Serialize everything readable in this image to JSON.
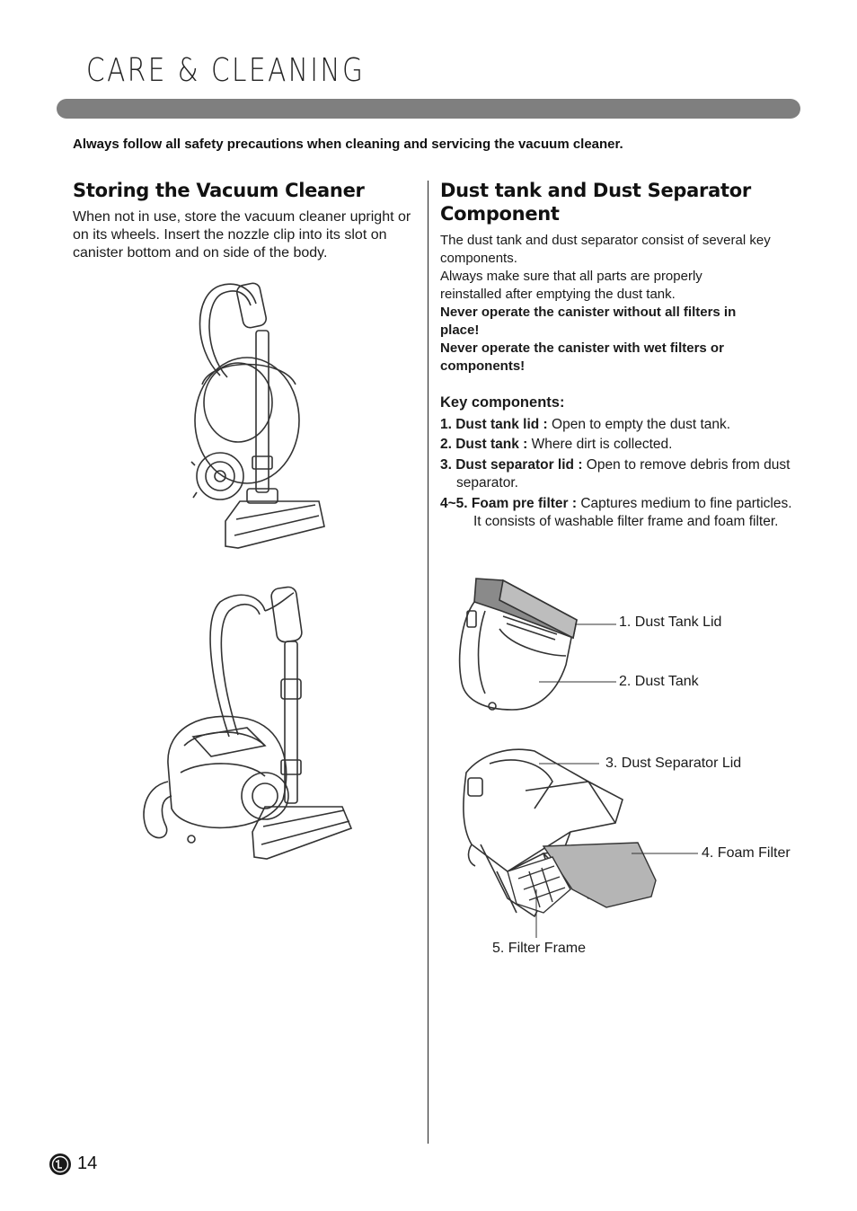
{
  "header": {
    "title": "CARE & CLEANING"
  },
  "safety_note": "Always follow all safety precautions when cleaning and servicing the vacuum cleaner.",
  "storing": {
    "heading": "Storing the Vacuum Cleaner",
    "text": "When not in use, store the vacuum cleaner upright or on its wheels. Insert the nozzle clip into its slot on canister bottom and on side of the body."
  },
  "dust_tank": {
    "heading": "Dust tank and Dust Separator Component",
    "intro_1": "The dust tank and dust separator consist of several key components.",
    "intro_2": "Always make sure that all parts are properly reinstalled after emptying the dust tank.",
    "warning_1": "Never operate the canister without all filters in place!",
    "warning_2": "Never operate the canister with wet filters or components!",
    "key_heading": "Key components:",
    "components": [
      {
        "label": "1. Dust tank lid :",
        "desc": "Open to empty the dust tank."
      },
      {
        "label": "2. Dust tank :",
        "desc": "Where dirt is collected."
      },
      {
        "label": "3. Dust separator lid :",
        "desc": "Open to remove debris from dust separator."
      },
      {
        "label": "4~5. Foam pre filter :",
        "desc": "Captures medium to fine particles. It consists of washable filter frame and foam filter."
      }
    ]
  },
  "callouts": {
    "c1": "1. Dust Tank Lid",
    "c2": "2. Dust Tank",
    "c3": "3. Dust Separator Lid",
    "c4": "4. Foam Filter",
    "c5": "5. Filter Frame"
  },
  "footer": {
    "page_number": "14",
    "logo_text": "LG"
  }
}
